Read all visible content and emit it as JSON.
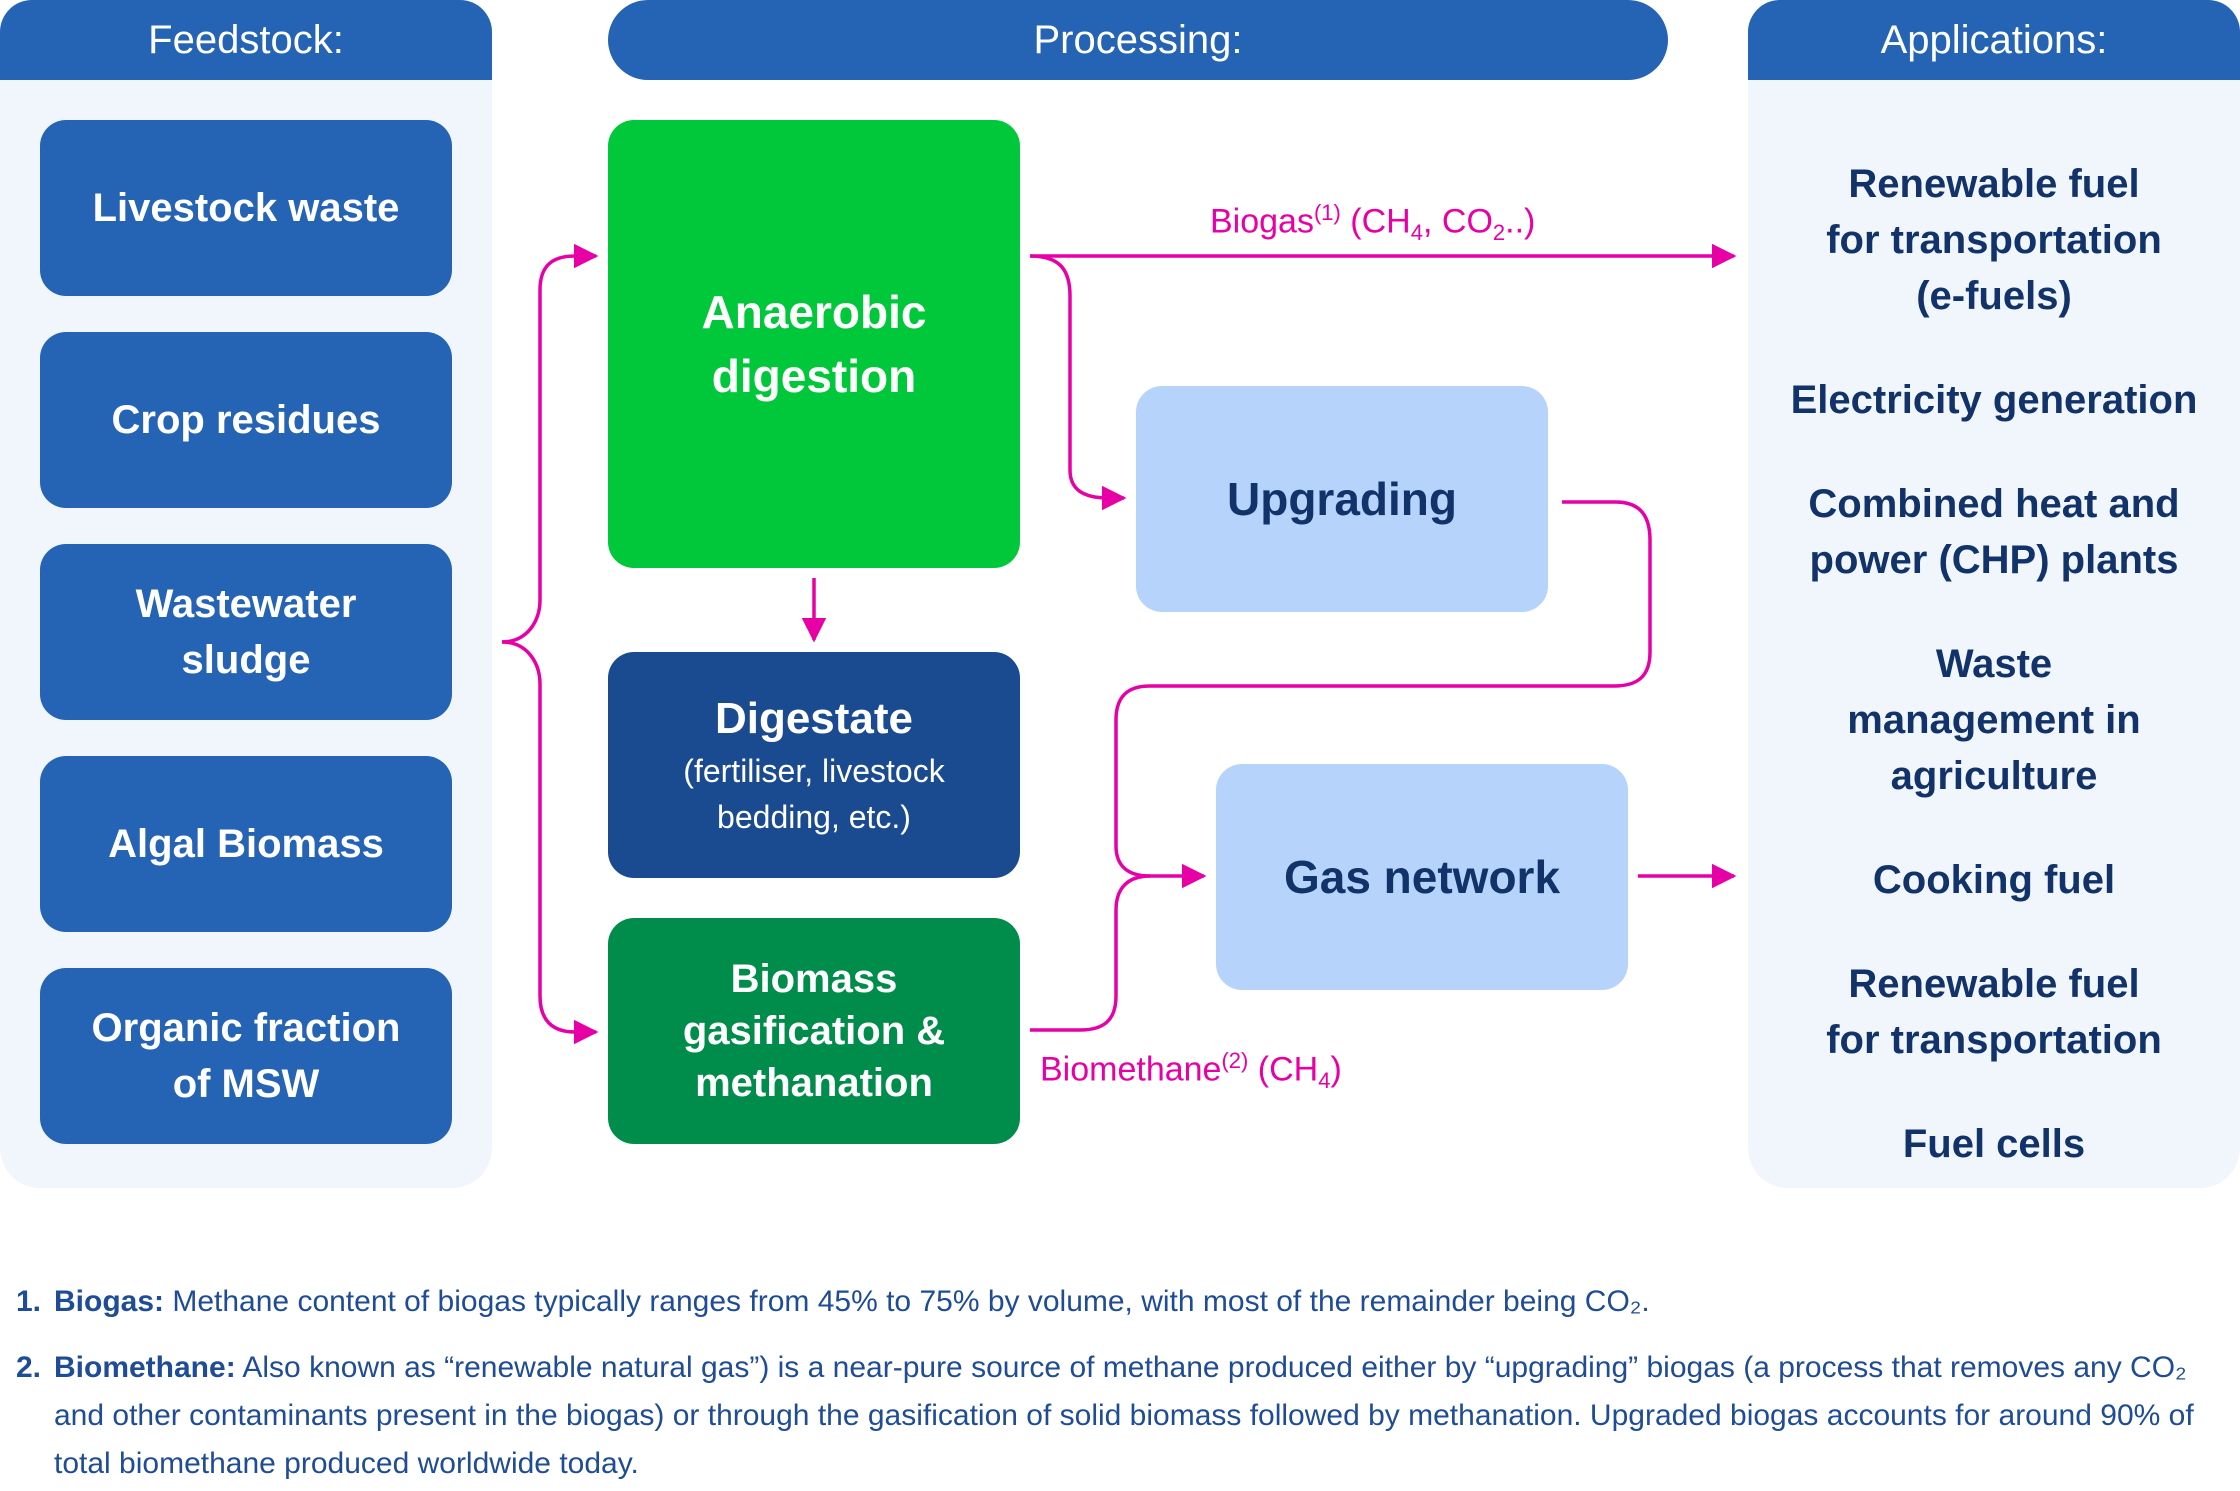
{
  "headers": {
    "feedstock": "Feedstock:",
    "processing": "Processing:",
    "applications": "Applications:"
  },
  "feedstock": {
    "items": [
      "Livestock waste",
      "Crop residues",
      "Wastewater sludge",
      "Algal Biomass",
      "Organic fraction of MSW"
    ]
  },
  "processing": {
    "anaerobic": "Anaerobic digestion",
    "digestate_title": "Digestate",
    "digestate_sub": "(fertiliser, livestock bedding, etc.)",
    "gasification": "Biomass gasification & methanation",
    "upgrading": "Upgrading",
    "gas_network": "Gas network"
  },
  "flows": {
    "biogas_name": "Biogas",
    "biogas_ref": "(1)",
    "biogas_formula_a": " (CH",
    "biogas_sub_a": "4",
    "biogas_formula_b": ", CO",
    "biogas_sub_b": "2",
    "biogas_formula_c": "..)",
    "biomethane_name": "Biomethane",
    "biomethane_ref": "(2)",
    "biomethane_formula_a": " (CH",
    "biomethane_sub_a": "4",
    "biomethane_formula_b": ")"
  },
  "applications": {
    "items": [
      "Renewable fuel for transportation (e-fuels)",
      "Electricity generation",
      "Combined heat and power (CHP) plants",
      "Waste management in agriculture",
      "Cooking fuel",
      "Renewable fuel for transportation",
      "Fuel cells"
    ]
  },
  "footnotes": [
    {
      "num": "1.",
      "term": "Biogas:",
      "text": "Methane content of biogas typically ranges from 45% to 75% by volume, with most of the remainder being CO₂."
    },
    {
      "num": "2.",
      "term": "Biomethane:",
      "text": "Also known as “renewable natural gas”) is a near-pure source of methane produced either by “upgrading” biogas (a process that removes any CO₂ and other contaminants present in the biogas) or through the gasification of solid biomass followed by methanation.  Upgraded biogas accounts for around 90% of total biomethane produced worldwide today."
    }
  ],
  "colors": {
    "header_blue": "#2563b4",
    "panel_bg": "#f1f6fd",
    "anaerobic_green": "#00c83a",
    "digestate_blue": "#1a4a90",
    "gasification_green": "#008c4a",
    "light_blue": "#b6d4fb",
    "flow_magenta": "#e800a7",
    "text_navy": "#12336a"
  }
}
